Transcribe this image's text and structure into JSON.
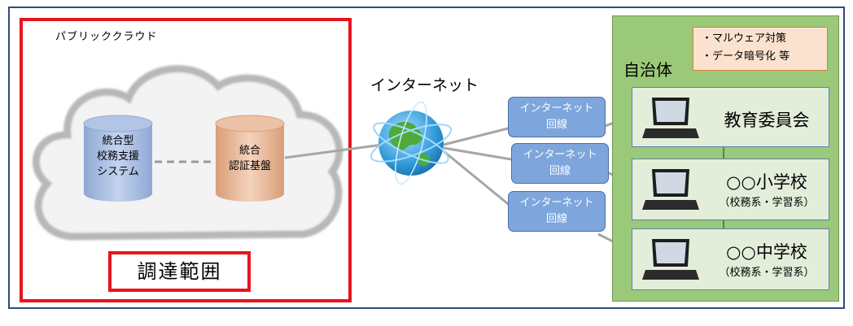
{
  "cloud": {
    "label": "パブリッククラウド",
    "db_left": [
      "統合型",
      "校務支援",
      "システム"
    ],
    "db_right": [
      "統合",
      "認証基盤"
    ],
    "procurement_label": "調達範囲"
  },
  "internet": {
    "title": "インターネット",
    "lines": [
      [
        "インターネット",
        "回線"
      ],
      [
        "インターネット",
        "回線"
      ],
      [
        "インターネット",
        "回線"
      ]
    ]
  },
  "municipality": {
    "title": "自治体",
    "notes": [
      "・マルウェア対策",
      "・データ暗号化 等"
    ],
    "sites": [
      {
        "name": "教育委員会",
        "sub": ""
      },
      {
        "name": "○○小学校",
        "sub": "（校務系・学習系）"
      },
      {
        "name": "○○中学校",
        "sub": "（校務系・学習系）"
      }
    ]
  },
  "colors": {
    "procurement_border": "#e8141c",
    "frame": "#2f4b7c",
    "municipality_bg": "#9bc97a",
    "line_box": "#7ea6dc",
    "db_left": "#a9bde0",
    "db_right": "#e8b899"
  }
}
